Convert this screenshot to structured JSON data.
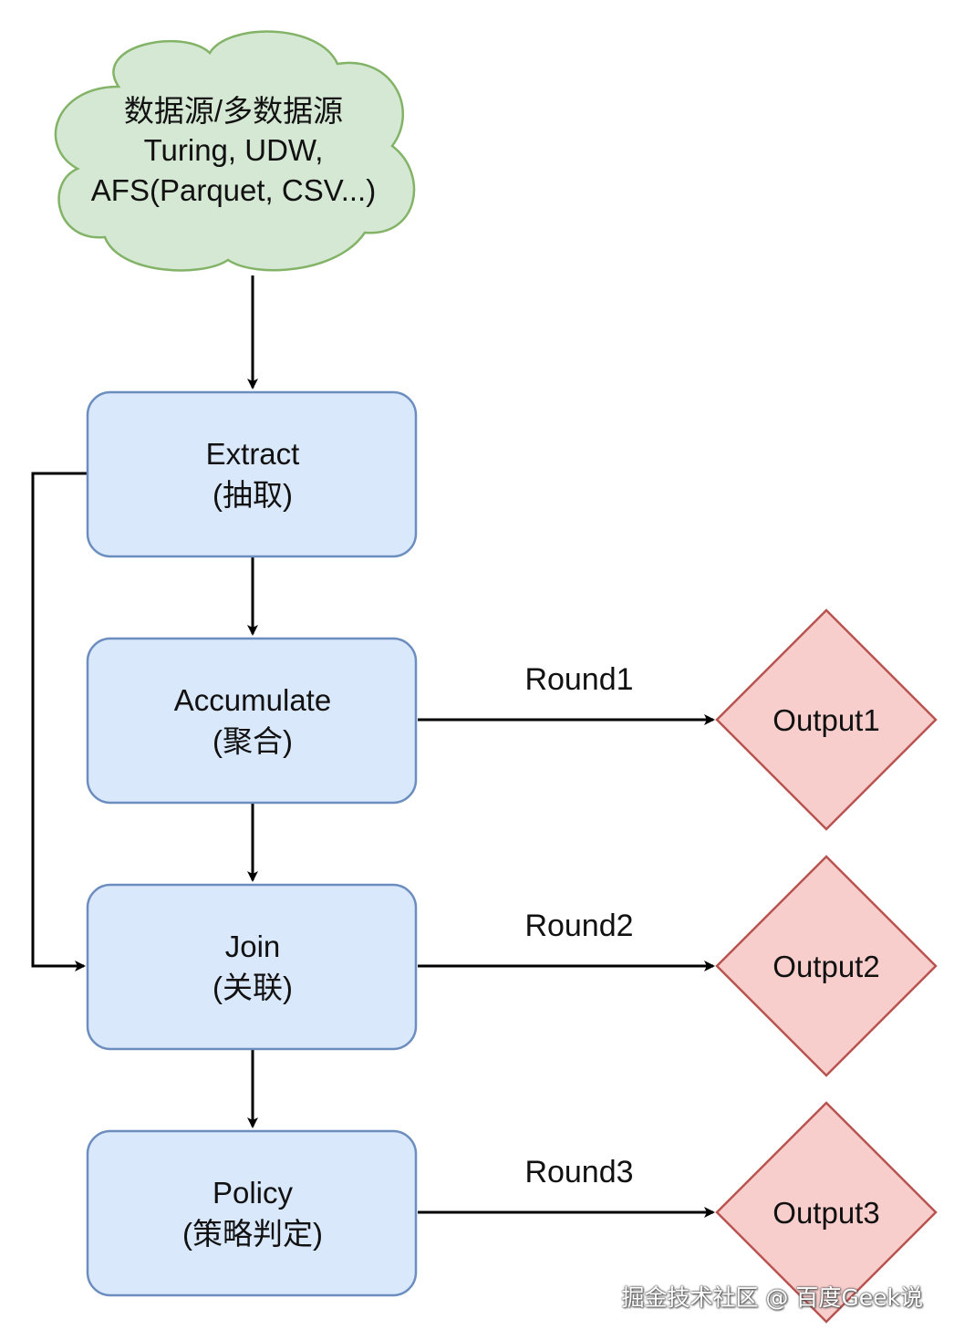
{
  "source": {
    "lines": [
      "数据源/多数据源",
      "Turing, UDW,",
      "AFS(Parquet, CSV...)"
    ]
  },
  "steps": [
    {
      "title": "Extract",
      "subtitle": "(抽取)"
    },
    {
      "title": "Accumulate",
      "subtitle": "(聚合)"
    },
    {
      "title": "Join",
      "subtitle": "(关联)"
    },
    {
      "title": "Policy",
      "subtitle": "(策略判定)"
    }
  ],
  "rounds": [
    "Round1",
    "Round2",
    "Round3"
  ],
  "outputs": [
    "Output1",
    "Output2",
    "Output3"
  ],
  "watermark": "掘金技术社区 @ 百度Geek说",
  "colors": {
    "cloud_fill": "#d5e8d4",
    "cloud_stroke": "#82b366",
    "step_fill": "#dae8fc",
    "step_stroke": "#6c8ebf",
    "output_fill": "#f8cecc",
    "output_stroke": "#b85450",
    "edge": "#000000"
  }
}
